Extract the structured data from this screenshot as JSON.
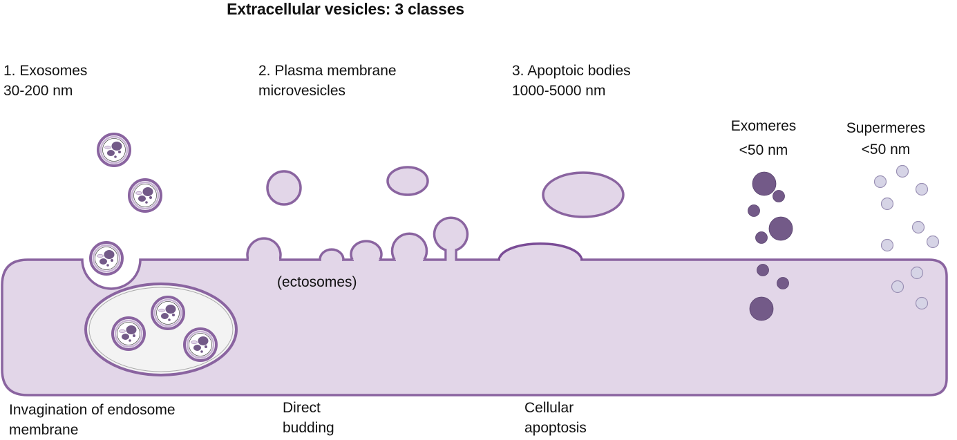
{
  "title": "Extracellular vesicles: 3 classes",
  "classes": [
    {
      "line1": "1. Exosomes",
      "line2": "30-200 nm",
      "mechanism_line1": "Invagination of endosome",
      "mechanism_line2": "membrane"
    },
    {
      "line1": "2. Plasma membrane",
      "line2": "microvesicles",
      "sublabel": "(ectosomes)",
      "mechanism_line1": "Direct",
      "mechanism_line2": "budding"
    },
    {
      "line1": "3. Apoptoic bodies",
      "line2": "1000-5000 nm",
      "mechanism_line1": "Cellular",
      "mechanism_line2": "apoptosis"
    }
  ],
  "particles": [
    {
      "name": "Exomeres",
      "size": "<50 nm"
    },
    {
      "name": "Supermeres",
      "size": "<50 nm"
    }
  ],
  "colors": {
    "membrane": "#8a64a0",
    "cytoplasm": "#e2d6e8",
    "endosome_fill": "#f3f3f3",
    "cargo": "#735a88",
    "exomere": "#735a88",
    "supermere_fill": "#d6d4e6",
    "supermere_stroke": "#9a90b4"
  }
}
